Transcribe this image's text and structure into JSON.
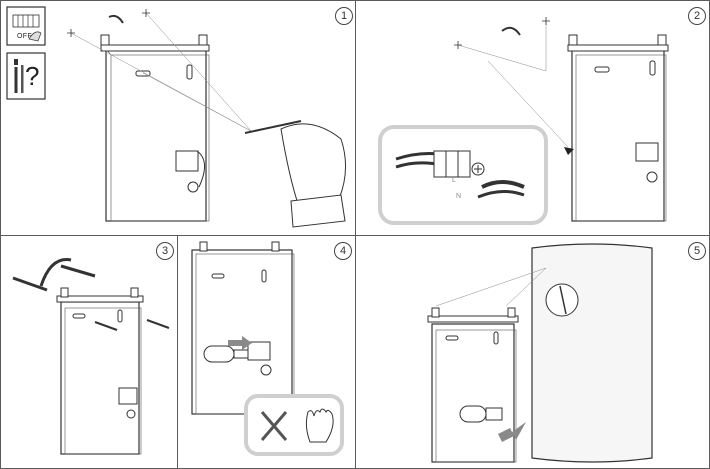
{
  "steps": [
    {
      "number": "1"
    },
    {
      "number": "2"
    },
    {
      "number": "3"
    },
    {
      "number": "4"
    },
    {
      "number": "5"
    }
  ],
  "switch_label": "OFF",
  "question_mark": "?",
  "wiring_labels": {
    "live": "L",
    "neutral": "N"
  },
  "colors": {
    "frame": "#5a5a5a",
    "line": "#333333",
    "tank": "#f6f6f6",
    "badge": "#cfcfcf",
    "arrow": "#8a8a8a"
  }
}
